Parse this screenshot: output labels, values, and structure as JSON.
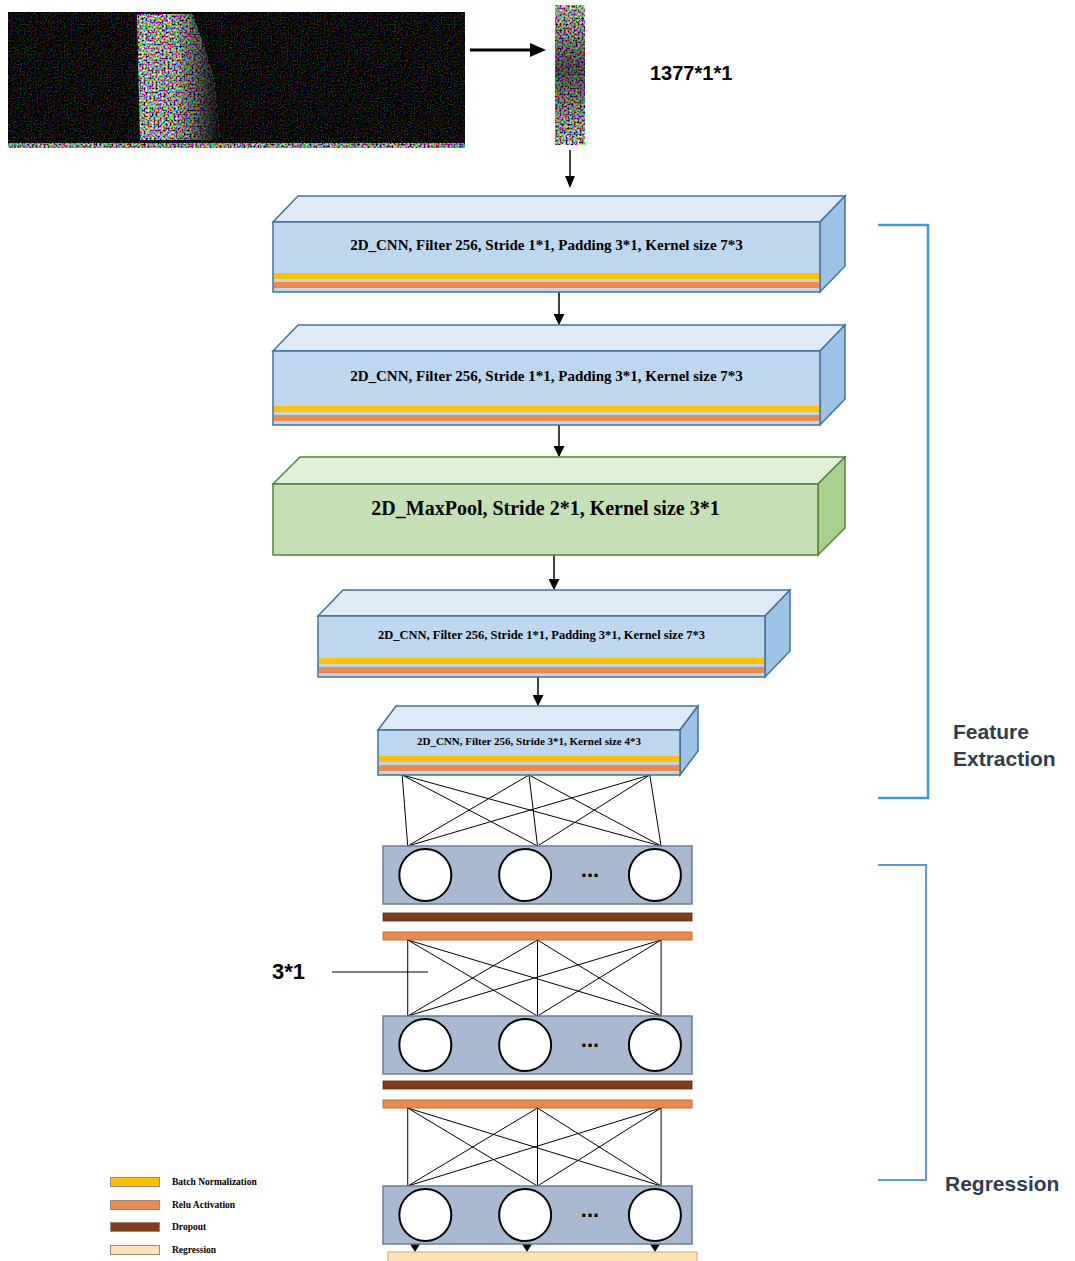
{
  "diagram": {
    "nodes": [
      {
        "text": [
          "2D_CNN, Filter 256, Stride 1*1, Padding 3*1, Kernel size 7*3"
        ]
      },
      {
        "text": [
          "2D_CNN, Filter 256, Stride 1*1, Padding 3*1, Kernel size 7*3"
        ]
      },
      {
        "text": [
          "2D_MaxPool, Stride 2*1, Kernel size 3*1"
        ]
      },
      {
        "text": [
          "2D_CNN, Filter 256, Stride 1*1, Padding 3*1, Kernel size 7*3"
        ]
      },
      {
        "text": [
          "2D_CNN, Filter 256, Stride 3*1, Kernel size 4*3"
        ]
      },
      {
        "text": [
          "..."
        ]
      },
      {
        "text": [
          "..."
        ]
      },
      {
        "text": [
          "..."
        ]
      }
    ],
    "edges": [
      {
        "from": 0,
        "to": 1,
        "arrow": "to"
      },
      {
        "from": 1,
        "to": 2,
        "arrow": "to"
      },
      {
        "from": 2,
        "to": 3,
        "arrow": "to"
      },
      {
        "from": 3,
        "to": 4,
        "arrow": "to"
      },
      {
        "from": 4,
        "to": 5,
        "arrow": "none"
      },
      {
        "from": 5,
        "to": 6,
        "arrow": "none"
      },
      {
        "from": 6,
        "to": 7,
        "arrow": "none"
      }
    ],
    "labels": [
      "1377*1*1",
      "Feature Extraction",
      "Regression",
      "3*1"
    ],
    "legend": [
      {
        "text": "Batch Normalization",
        "color": "#ffc000"
      },
      {
        "text": "Relu Activation",
        "color": "#ed8a4c"
      },
      {
        "text": "Dropout",
        "color": "#7f3b1c"
      },
      {
        "text": "Regression",
        "color": "#fbe5b6"
      }
    ]
  }
}
